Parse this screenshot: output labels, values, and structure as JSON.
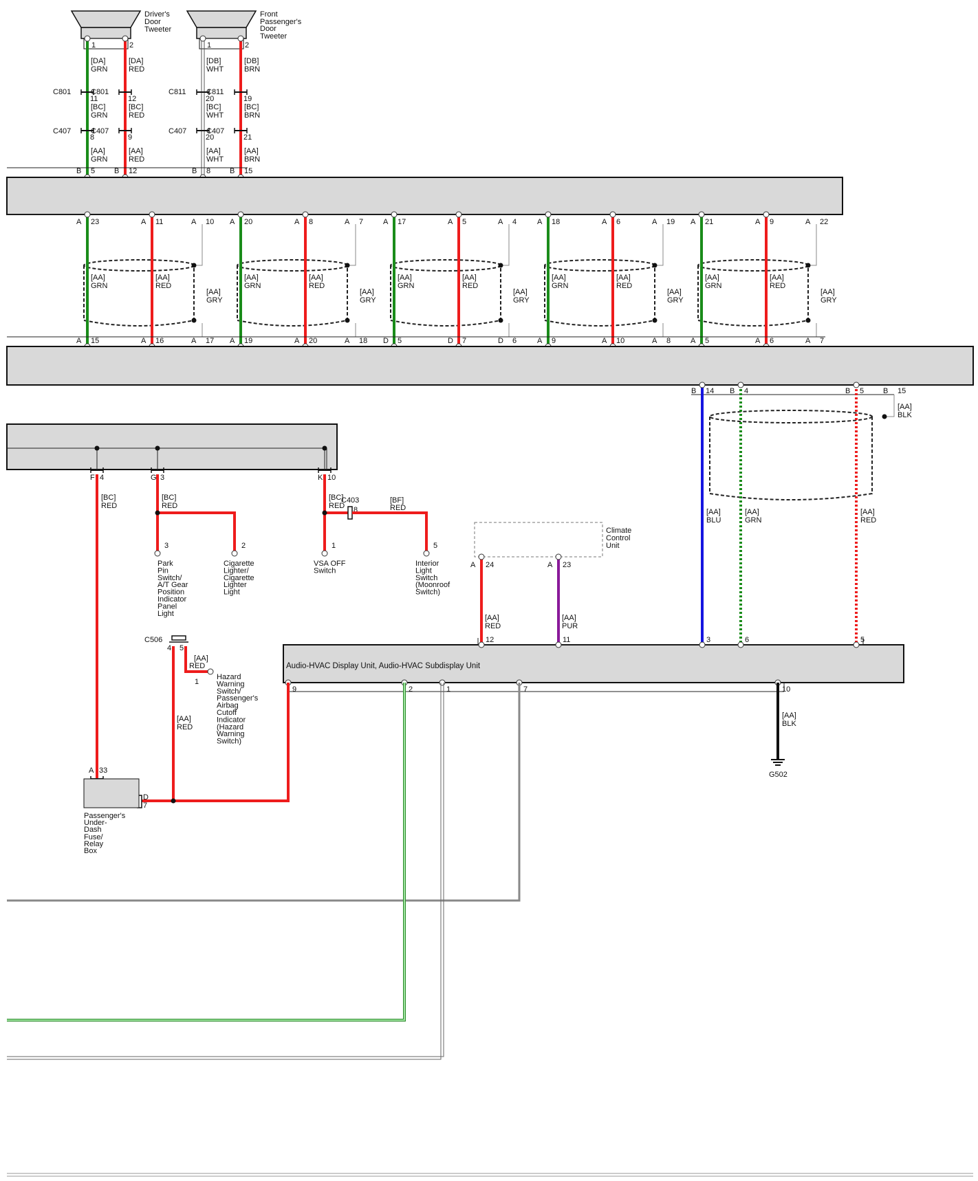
{
  "title": "",
  "colors": {
    "GRN": "#1a8c1a",
    "RED": "#ee1c1c",
    "BLU": "#1515e0",
    "PUR": "#8a1a9a",
    "BLK": "#111111",
    "GRY": "#808080",
    "WHT": "#ffffff",
    "BRN": "#ee1c1c",
    "unit_fill": "#d9d9d9"
  },
  "tweeters": {
    "driver": [
      "Driver's",
      "Door",
      "Tweeter"
    ],
    "passenger": [
      "Front",
      "Passenger's",
      "Door",
      "Tweeter"
    ]
  },
  "tweeter_wires": [
    {
      "pin": "1",
      "s1": [
        "[DA]",
        "GRN"
      ],
      "c1": "C801",
      "c1pin": "11",
      "s2": [
        "[BC]",
        "GRN"
      ],
      "c2": "C407",
      "c2pin": "8",
      "s3": [
        "[AA]",
        "GRN"
      ],
      "bpin": "5"
    },
    {
      "pin": "2",
      "s1": [
        "[DA]",
        "RED"
      ],
      "c1": "C801",
      "c1pin": "12",
      "s2": [
        "[BC]",
        "RED"
      ],
      "c2": "C407",
      "c2pin": "9",
      "s3": [
        "[AA]",
        "RED"
      ],
      "bpin": "12"
    },
    {
      "pin": "1",
      "s1": [
        "[DB]",
        "WHT"
      ],
      "c1": "C811",
      "c1pin": "20",
      "s2": [
        "[BC]",
        "WHT"
      ],
      "c2": "C407",
      "c2pin": "20",
      "s3": [
        "[AA]",
        "WHT"
      ],
      "bpin": "8"
    },
    {
      "pin": "2",
      "s1": [
        "[DB]",
        "BRN"
      ],
      "c1": "C811",
      "c1pin": "19",
      "s2": [
        "[BC]",
        "BRN"
      ],
      "c2": "C407",
      "c2pin": "21",
      "s3": [
        "[AA]",
        "BRN"
      ],
      "bpin": "15"
    }
  ],
  "b_letter": "B",
  "shield_groups": [
    {
      "top": [
        [
          "A",
          "23"
        ],
        [
          "A",
          "11"
        ],
        [
          "A",
          "10"
        ]
      ],
      "bottom": [
        [
          "A",
          "15"
        ],
        [
          "A",
          "16"
        ],
        [
          "A",
          "17"
        ]
      ]
    },
    {
      "top": [
        [
          "A",
          "20"
        ],
        [
          "A",
          "8"
        ],
        [
          "A",
          "7"
        ]
      ],
      "bottom": [
        [
          "A",
          "19"
        ],
        [
          "A",
          "20"
        ],
        [
          "A",
          "18"
        ]
      ]
    },
    {
      "top": [
        [
          "A",
          "17"
        ],
        [
          "A",
          "5"
        ],
        [
          "A",
          "4"
        ]
      ],
      "bottom": [
        [
          "D",
          "5"
        ],
        [
          "D",
          "7"
        ],
        [
          "D",
          "6"
        ]
      ]
    },
    {
      "top": [
        [
          "A",
          "18"
        ],
        [
          "A",
          "6"
        ],
        [
          "A",
          "19"
        ]
      ],
      "bottom": [
        [
          "A",
          "9"
        ],
        [
          "A",
          "10"
        ],
        [
          "A",
          "8"
        ]
      ]
    },
    {
      "top": [
        [
          "A",
          "21"
        ],
        [
          "A",
          "9"
        ],
        [
          "A",
          "22"
        ]
      ],
      "bottom": [
        [
          "A",
          "5"
        ],
        [
          "A",
          "6"
        ],
        [
          "A",
          "7"
        ]
      ]
    }
  ],
  "shield_wire_labels": {
    "grn": [
      "[AA]",
      "GRN"
    ],
    "red": [
      "[AA]",
      "RED"
    ],
    "gry": [
      "[AA]",
      "GRY"
    ]
  },
  "right_block": {
    "pins": [
      [
        "B",
        "14"
      ],
      [
        "B",
        "4"
      ],
      [
        "B",
        "5"
      ],
      [
        "B",
        "15"
      ]
    ],
    "drain": [
      "[AA]",
      "BLK"
    ],
    "wires": [
      [
        "[AA]",
        "BLU"
      ],
      [
        "[AA]",
        "GRN"
      ],
      [
        "[AA]",
        "RED"
      ]
    ]
  },
  "fuse_connectors": [
    {
      "letter": "F",
      "pin": "4",
      "label": [
        "[BC]",
        "RED"
      ]
    },
    {
      "letter": "G",
      "pin": "3",
      "label": [
        "[BC]",
        "RED"
      ]
    },
    {
      "letter": "K",
      "pin": "10",
      "label": [
        "[BC]",
        "RED"
      ]
    }
  ],
  "switches": [
    {
      "pin": "3",
      "name": [
        "Park",
        "Pin",
        "Switch/",
        "A/T Gear",
        "Position",
        "Indicator",
        "Panel",
        "Light"
      ]
    },
    {
      "pin": "2",
      "name": [
        "Cigarette",
        "Lighter/",
        "Cigarette",
        "Lighter",
        "Light"
      ]
    },
    {
      "pin": "1",
      "name": [
        "VSA OFF",
        "Switch"
      ]
    },
    {
      "pin": "5",
      "name": [
        "Interior",
        "Light",
        "Switch",
        "(Moonroof",
        "Switch)"
      ]
    }
  ],
  "c403": {
    "name": "C403",
    "pin": "8",
    "label": [
      "[BF]",
      "RED"
    ]
  },
  "climate": {
    "name": [
      "Climate",
      "Control",
      "Unit"
    ],
    "pins": [
      [
        "A",
        "24"
      ],
      [
        "A",
        "23"
      ]
    ],
    "wires": [
      [
        "[AA]",
        "RED"
      ],
      [
        "[AA]",
        "PUR"
      ]
    ]
  },
  "display_unit": {
    "name": "Audio-HVAC Display Unit, Audio-HVAC Subdisplay Unit",
    "top_pins": [
      "12",
      "11",
      "3",
      "6",
      "5"
    ],
    "bottom_pins": [
      "9",
      "2",
      "1",
      "7",
      "10"
    ]
  },
  "ground": {
    "label": [
      "[AA]",
      "BLK"
    ],
    "name": "G502"
  },
  "c506": {
    "name": "C506",
    "pins": [
      "4",
      "5"
    ],
    "hazard_label": [
      "[AA]",
      "RED"
    ],
    "hazard_pin": "1",
    "hazard_name": [
      "Hazard",
      "Warning",
      "Switch/",
      "Passenger's",
      "Airbag",
      "Cutoff",
      "Indicator",
      "(Hazard",
      "Warning",
      "Switch)"
    ],
    "wire_label": [
      "[AA]",
      "RED"
    ]
  },
  "fusebox": {
    "pin": [
      "A",
      "33"
    ],
    "d_pin": [
      "D",
      "7"
    ],
    "name": [
      "Passenger's",
      "Under-",
      "Dash",
      "Fuse/",
      "Relay",
      "Box"
    ]
  }
}
